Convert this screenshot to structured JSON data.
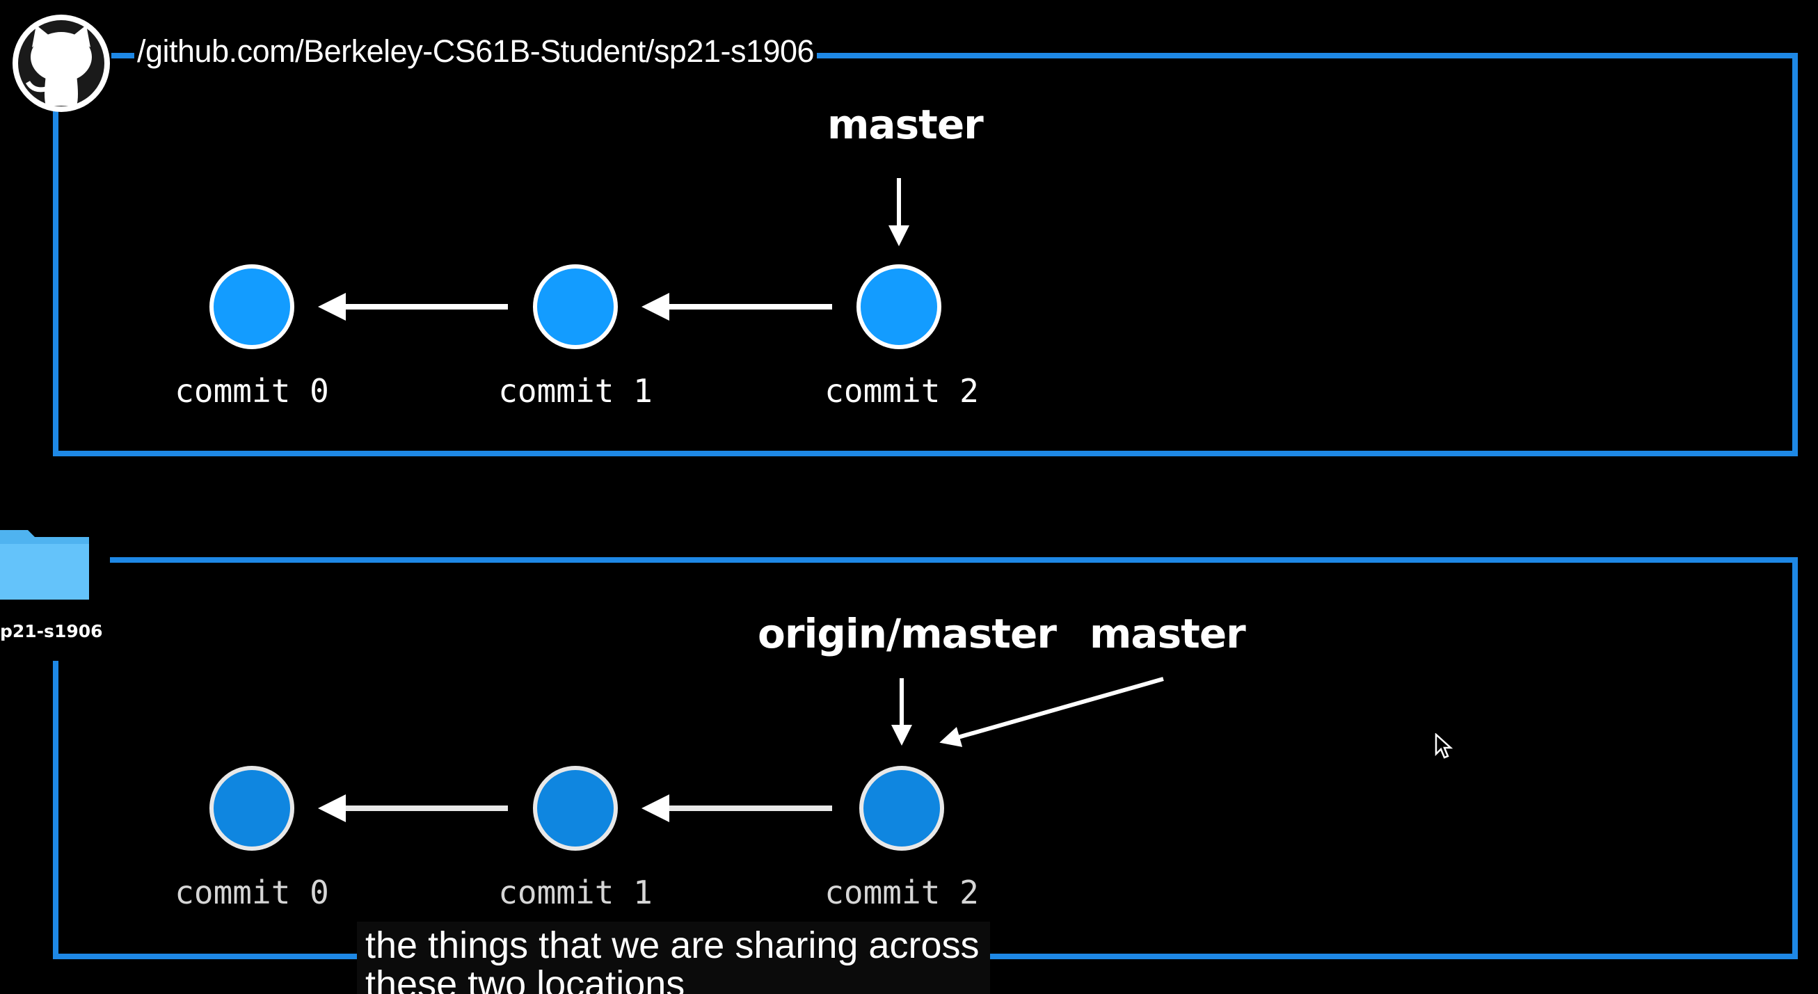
{
  "remote": {
    "url": "/github.com/Berkeley-CS61B-Student/sp21-s1906",
    "icon": "github-octocat-icon",
    "branch_label": "master",
    "commits": [
      "commit 0",
      "commit 1",
      "commit 2"
    ]
  },
  "local": {
    "folder_name": "p21-s1906",
    "icon": "folder-icon",
    "branch_labels": {
      "origin": "origin/master",
      "master": "master"
    },
    "commits": [
      "commit 0",
      "commit 1",
      "commit 2"
    ]
  },
  "subtitle": {
    "line1": "the things that we are sharing across",
    "line2": "these two locations"
  },
  "colors": {
    "background": "#000000",
    "box_border": "#1e88e5",
    "commit_remote": "#139cff",
    "commit_local": "#0f86e0",
    "arrow": "#ffffff"
  }
}
